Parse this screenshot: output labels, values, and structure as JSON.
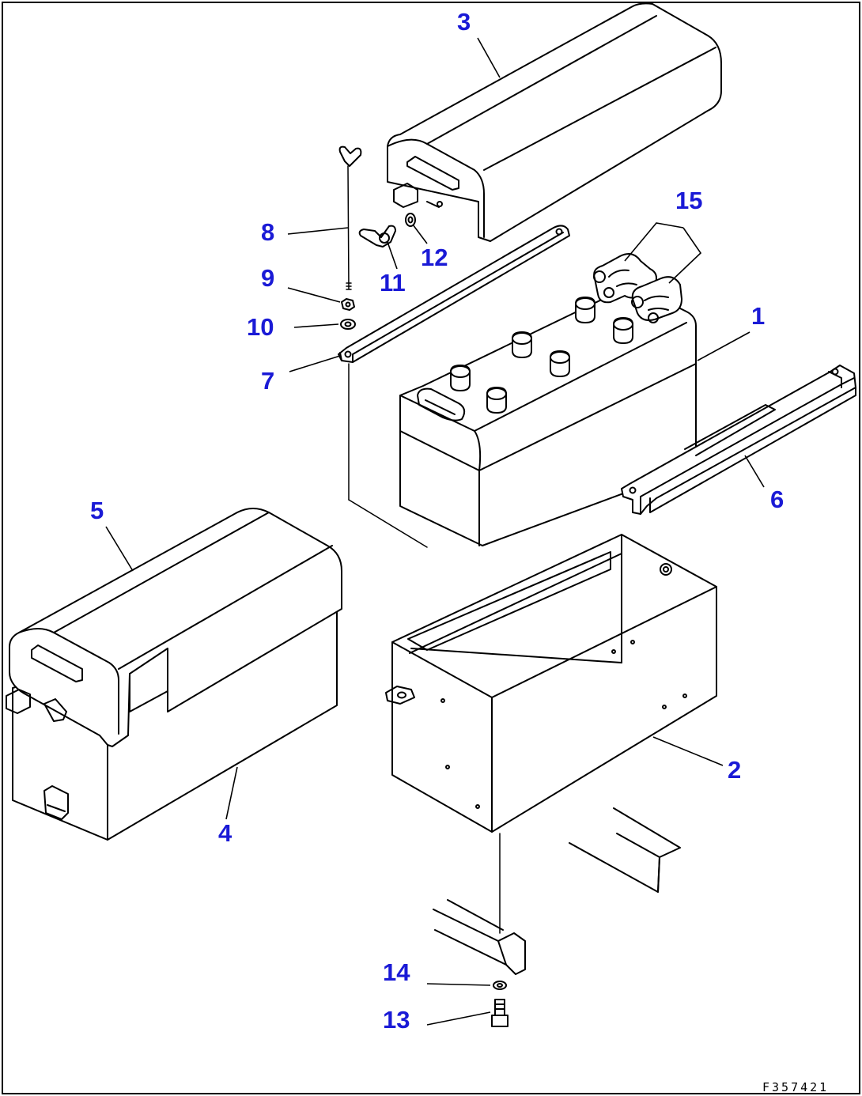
{
  "diagram": {
    "drawing_code": "F357421",
    "callouts": [
      {
        "id": "1",
        "label": "1"
      },
      {
        "id": "2",
        "label": "2"
      },
      {
        "id": "3",
        "label": "3"
      },
      {
        "id": "4",
        "label": "4"
      },
      {
        "id": "5",
        "label": "5"
      },
      {
        "id": "6",
        "label": "6"
      },
      {
        "id": "7",
        "label": "7"
      },
      {
        "id": "8",
        "label": "8"
      },
      {
        "id": "9",
        "label": "9"
      },
      {
        "id": "10",
        "label": "10"
      },
      {
        "id": "11",
        "label": "11"
      },
      {
        "id": "12",
        "label": "12"
      },
      {
        "id": "13",
        "label": "13"
      },
      {
        "id": "14",
        "label": "14"
      },
      {
        "id": "15",
        "label": "15"
      }
    ],
    "colors": {
      "callout_text": "#1a1ad6",
      "line_art": "#000000",
      "background": "#ffffff"
    }
  }
}
